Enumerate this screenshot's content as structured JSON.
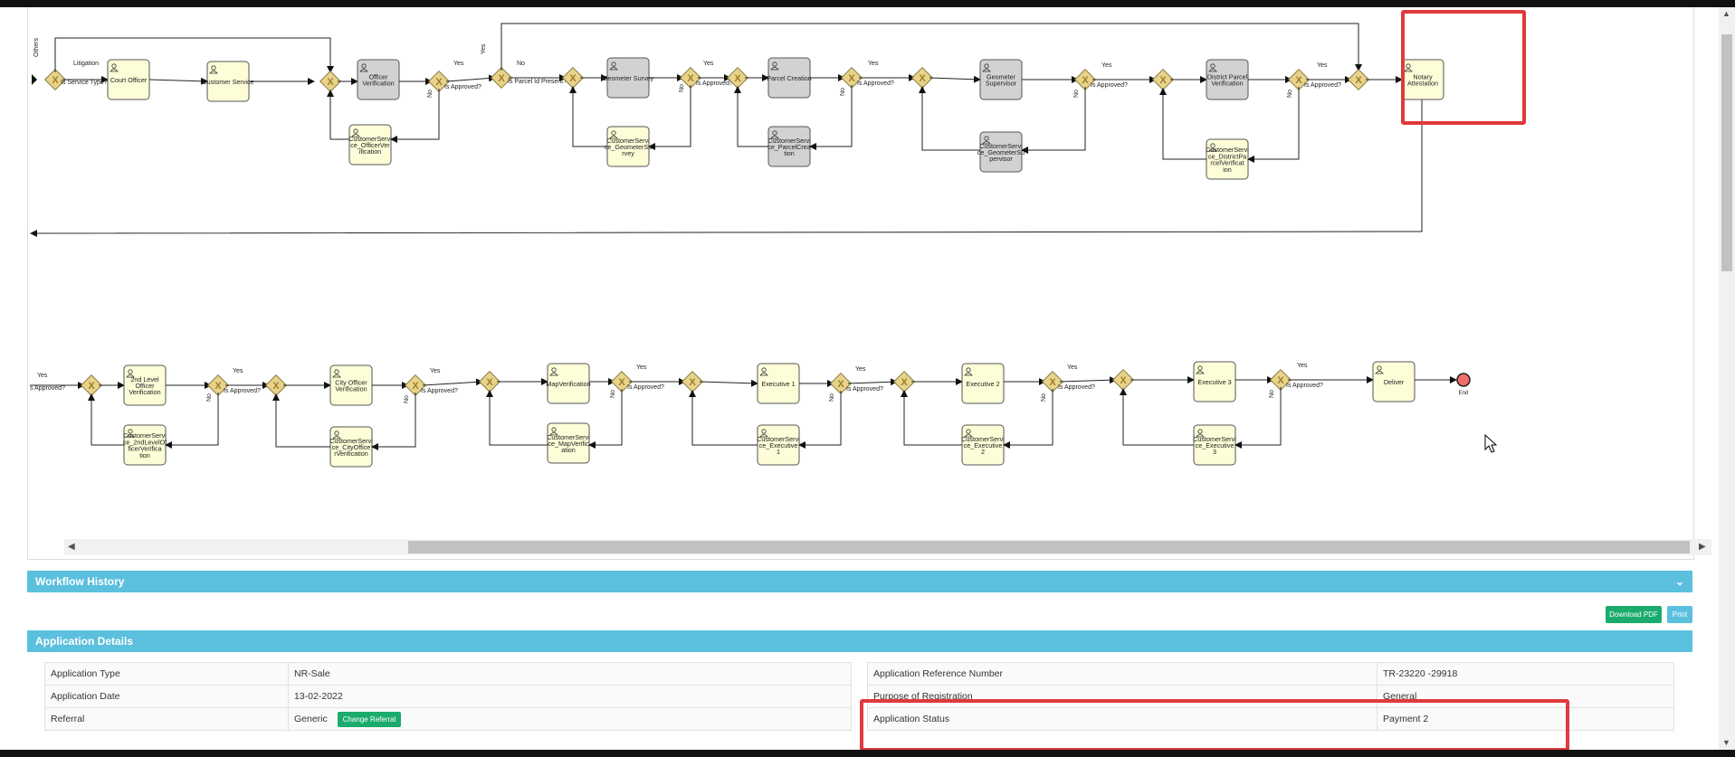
{
  "diagram": {
    "row1_tasks": [
      {
        "id": "court_officer",
        "label": "Court Officer",
        "gray": false
      },
      {
        "id": "customer_service",
        "label": "Customer Service",
        "gray": false
      },
      {
        "id": "officer_verification",
        "label": "Officer Verification",
        "gray": true
      },
      {
        "id": "cs_officer_verification",
        "label": "CustomerService_OfficerVerification",
        "gray": false
      },
      {
        "id": "geometer_survey",
        "label": "Geometer Survey",
        "gray": true
      },
      {
        "id": "cs_geometer_survey",
        "label": "CustomerService_GeometerSurvey",
        "gray": false
      },
      {
        "id": "parcel_creation",
        "label": "Parcel Creation",
        "gray": true
      },
      {
        "id": "cs_parcel_creation",
        "label": "CustomerService_ParcelCreation",
        "gray": true
      },
      {
        "id": "geometer_supervisor",
        "label": "Geometer Supervisor",
        "gray": true
      },
      {
        "id": "cs_geometer_supervisor",
        "label": "CustomerService_GeometerSupervisor",
        "gray": true
      },
      {
        "id": "district_parcel_verification",
        "label": "District Parcel Verification",
        "gray": true
      },
      {
        "id": "cs_district_parcel_verification",
        "label": "CustomerService_DistrictParcelVerification",
        "gray": false
      },
      {
        "id": "notary_attestation",
        "label": "Notary Attestation",
        "gray": false
      }
    ],
    "row2_tasks": [
      {
        "id": "second_level_officer_verification",
        "label": "2nd Level Officer Verification",
        "gray": false
      },
      {
        "id": "cs_2nd_level_officer_verification",
        "label": "CustomerService_2ndLevelOfficerVerification",
        "gray": false
      },
      {
        "id": "city_officer_verification",
        "label": "City Officer Verification",
        "gray": false
      },
      {
        "id": "cs_city_officer_verification",
        "label": "CustomerService_CityOfficerVerification",
        "gray": false
      },
      {
        "id": "map_verification",
        "label": "MapVerification",
        "gray": false
      },
      {
        "id": "cs_map_verification",
        "label": "CustomerService_MapVerification",
        "gray": false
      },
      {
        "id": "executive_1",
        "label": "Executive 1",
        "gray": false
      },
      {
        "id": "cs_executive_1",
        "label": "CustomerService_Executive 1",
        "gray": false
      },
      {
        "id": "executive_2",
        "label": "Executive 2",
        "gray": false
      },
      {
        "id": "cs_executive_2",
        "label": "CustomerService_Executive 2",
        "gray": false
      },
      {
        "id": "executive_3",
        "label": "Executive 3",
        "gray": false
      },
      {
        "id": "cs_executive_3",
        "label": "CustomerService_Executive 3",
        "gray": false
      },
      {
        "id": "deliver",
        "label": "Deliver",
        "gray": false
      }
    ],
    "labels": {
      "others": "Others",
      "litigation": "Litigation",
      "is_service_type": "Is Service Type?",
      "is_approved": "Is Approved?",
      "is_parcel_id_present": "Is Parcel Id Present?",
      "yes": "Yes",
      "no": "No",
      "end": "End",
      "approved_cut": "s Approved?"
    },
    "colors": {
      "task_fill": "#fdfdd8",
      "task_gray": "#d2d2d2",
      "gateway": "#e8d38a",
      "end_event": "#f26d6d",
      "highlight": "#e0393e"
    }
  },
  "workflow_history": {
    "title": "Workflow History"
  },
  "actions": {
    "download_pdf": "Download PDF",
    "print": "Print"
  },
  "application_details": {
    "title": "Application Details",
    "left": [
      {
        "label": "Application Type",
        "value": "NR-Sale"
      },
      {
        "label": "Application Date",
        "value": "13-02-2022"
      },
      {
        "label": "Referral",
        "value": "Generic",
        "button": "Change Referral"
      }
    ],
    "right": [
      {
        "label": "Application Reference Number",
        "value": "TR-23220 -29918"
      },
      {
        "label": "Purpose of Registration",
        "value": "General"
      },
      {
        "label": "Application Status",
        "value": "Payment 2"
      }
    ]
  }
}
